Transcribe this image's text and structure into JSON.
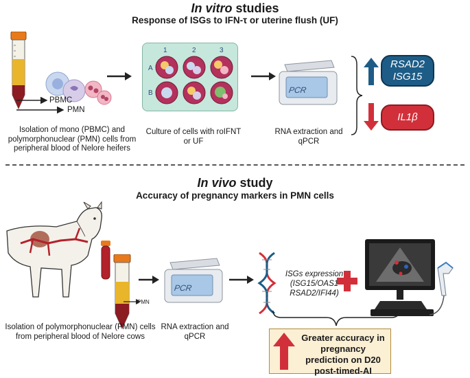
{
  "in_vitro": {
    "title_em": "In vitro",
    "title_rest": " studies",
    "subtitle": "Response of ISGs to IFN-τ  or uterine flush (UF)",
    "pbmc_label": "PBMC",
    "pmn_label": "PMN",
    "isolation_caption": "Isolation of mono (PBMC) and polymorphonuclear (PMN) cells from peripheral blood of Nelore heifers",
    "plate_columns": [
      "1",
      "2",
      "3"
    ],
    "plate_rows": [
      "A",
      "B"
    ],
    "culture_caption": "Culture of cells with roIFNT or UF",
    "pcr_label": "PCR",
    "rna_caption": "RNA extraction and qPCR",
    "up_genes": [
      "RSAD2",
      "ISG15"
    ],
    "down_gene": "IL1β"
  },
  "in_vivo": {
    "title_em": "In vivo",
    "title_rest": " study",
    "subtitle": "Accuracy of pregnancy markers in PMN cells",
    "pmn_label": "PMN",
    "isolation_caption": "Isolation of polymorphonuclear (PMN) cells from peripheral blood of  Nelore cows",
    "pcr_label": "PCR",
    "rna_caption": "RNA extraction and qPCR",
    "isgs_expression": "ISGs expression (ISG15/OAS1 RSAD2/IFI44)",
    "result": "Greater accuracy in pregnancy prediction on D20 post-timed-AI"
  },
  "colors": {
    "up_blue": "#1d5c86",
    "down_red": "#d1303a",
    "tube_yellow": "#e9b52a",
    "tube_red": "#8c1b22",
    "tube_cap": "#e87a1c",
    "plate_green": "#c6e7dc",
    "well_pink": "#b3315c"
  }
}
